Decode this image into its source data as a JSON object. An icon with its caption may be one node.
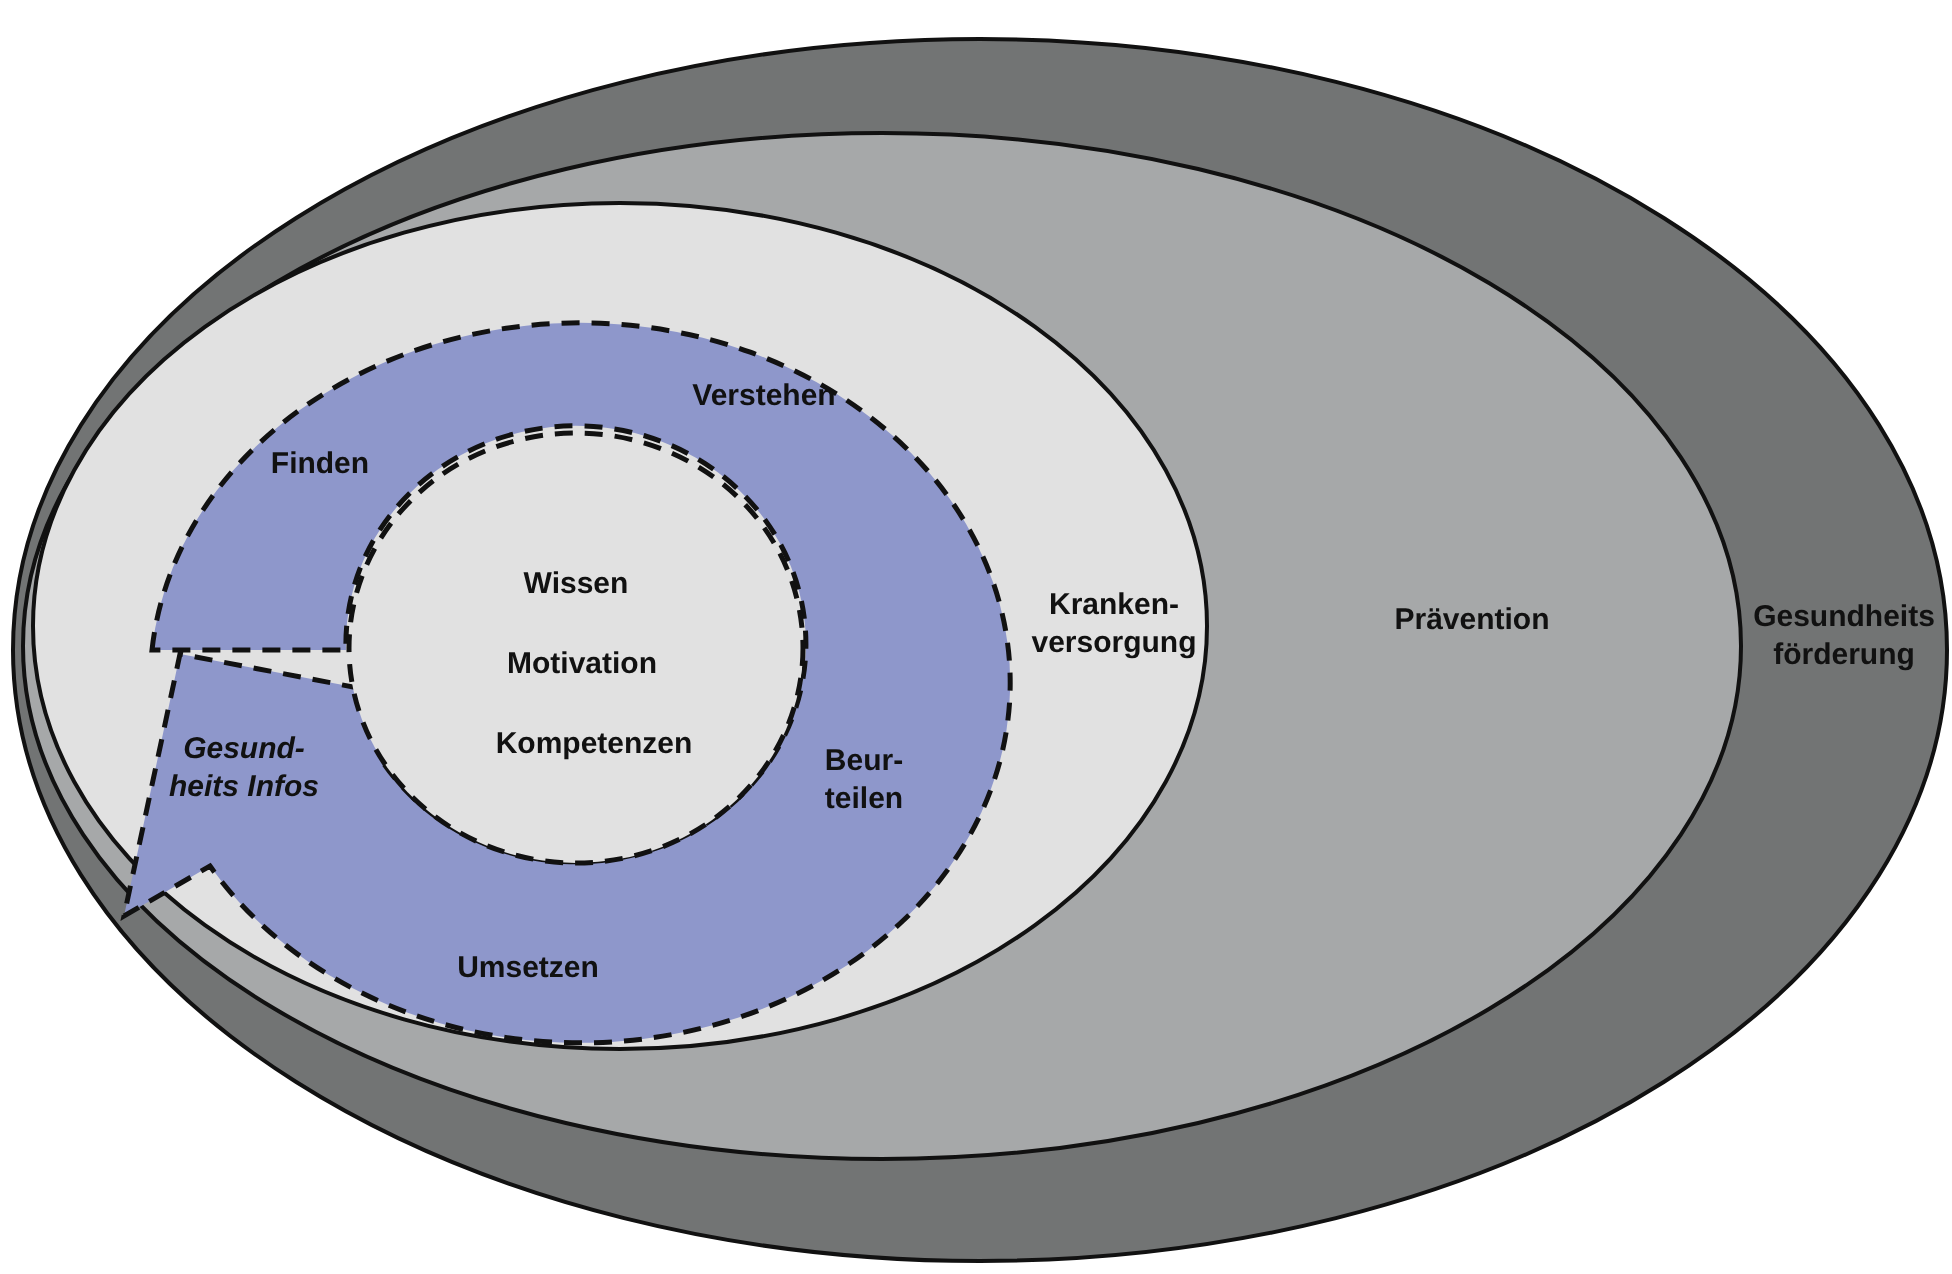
{
  "diagram": {
    "nodes": [
      {
        "text": [
          "Gesundheits förderung"
        ]
      },
      {
        "text": [
          "Prävention"
        ],
        "in": 0
      },
      {
        "text": [
          "Kranken- versorgung"
        ],
        "in": 1
      },
      {
        "text": [
          "Finden",
          "Verstehen",
          "Beur- teilen",
          "Umsetzen",
          "Gesund- heits Infos"
        ],
        "in": 2
      },
      {
        "text": [
          "Wissen",
          "Motivation",
          "Kompetenzen"
        ],
        "in": 2
      }
    ]
  }
}
